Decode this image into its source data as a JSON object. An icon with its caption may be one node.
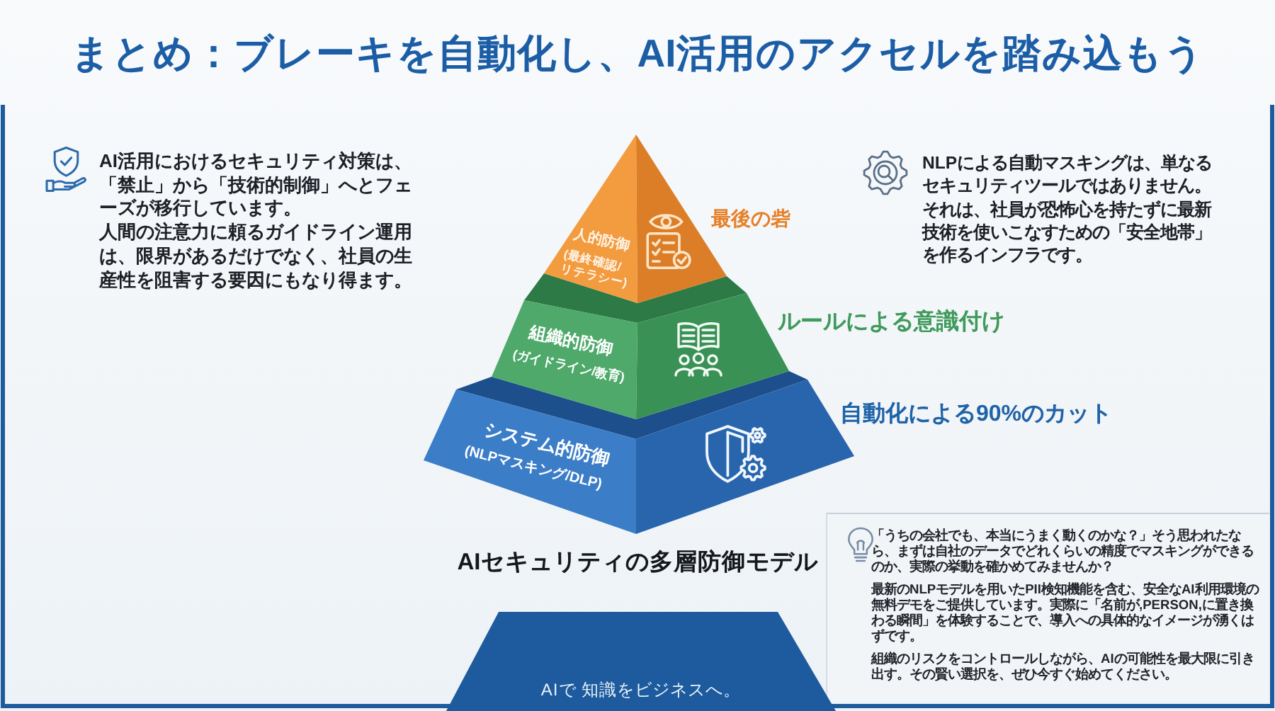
{
  "diagram": {
    "title": "まとめ：ブレーキを自動化し、AI活用のアクセルを踏み込もう",
    "caption": "AIセキュリティの多層防御モデル",
    "nodes": [
      {
        "text": [
          "人的防御",
          "(最終確認/リテラシー)"
        ],
        "beside": [
          "最後の砦"
        ]
      },
      {
        "text": [
          "組織的防御",
          "(ガイドライン/教育)"
        ],
        "beside": [
          "ルールによる意識付け"
        ]
      },
      {
        "text": [
          "システム的防御",
          "(NLPマスキング/DLP)"
        ],
        "beside": [
          "自動化による90%のカット"
        ]
      },
      {
        "text": [
          "「うちの会社でも、本当にうまく動くのかな？」そう思われたなら、まずは自社のデータでどれくらいの精度でマスキングができるのか、実際の挙動を確かめてみませんか？",
          "最新のNLPモデルを用いたPII検知機能を含む、安全なAI利用環境の無料デモをご提供しています。実際に「名前が,PERSON,に置き換わる瞬間」を体験することで、導入への具体的なイメージが湧くはずです。",
          "組織のリスクをコントロールしながら、AIの可能性を最大限に引き出す。その賢い選択を、ぜひ今すぐ始めてください。"
        ]
      },
      {
        "text": [
          "AIで 知識をビジネスへ。"
        ]
      }
    ],
    "labels": [
      "AI活用におけるセキュリティ対策は、「禁止」から「技術的制御」へとフェーズが移行しています。",
      "人間の注意力に頼るガイドライン運用は、限界があるだけでなく、社員の生産性を阻害する要因にもなり得ます。",
      "NLPによる自動マスキングは、単なるセキュリティツールではありません。それは、社員が恐怖心を持たずに最新技術を使いこなすための「安全地帯」を作るインフラです。"
    ]
  }
}
